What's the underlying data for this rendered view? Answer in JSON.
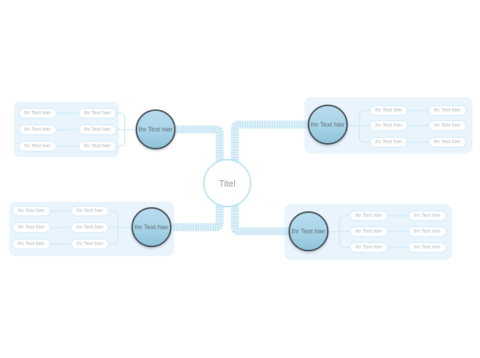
{
  "diagram": {
    "type": "mindmap",
    "center": {
      "label": "Titel"
    },
    "branches": [
      {
        "name": "top-left",
        "label": "Ihr Text hier",
        "nodes": [
          "Ihr Text hier",
          "Ihr Text hier",
          "Ihr Text hier",
          "Ihr Text hier",
          "Ihr Text hier",
          "Ihr Text hier"
        ]
      },
      {
        "name": "top-right",
        "label": "Ihr Text hier",
        "nodes": [
          "Ihr Text hier",
          "Ihr Text hier",
          "Ihr Text hier",
          "Ihr Text hier",
          "Ihr Text hier",
          "Ihr Text hier"
        ]
      },
      {
        "name": "bottom-left",
        "label": "Ihr Text hier",
        "nodes": [
          "Ihr Text hier",
          "Ihr Text hier",
          "Ihr Text hier",
          "Ihr Text hier",
          "Ihr Text hier",
          "Ihr Text hier"
        ]
      },
      {
        "name": "bottom-right",
        "label": "Ihr Text hier",
        "nodes": [
          "Ihr Text hier",
          "Ihr Text hier",
          "Ihr Text hier",
          "Ihr Text hier",
          "Ihr Text hier",
          "Ihr Text hier"
        ]
      }
    ],
    "colors": {
      "background": "#ffffff",
      "panel_fill": "#e9f4fc",
      "node_border": "#cde9f9",
      "node_text": "#a6b1b8",
      "thin_link": "#cfeaf9",
      "ribbon": "#b0dcf0",
      "branch_circle_top": "#b8dcee",
      "branch_circle_bottom": "#8fc3db",
      "branch_circle_border": "#3d4449",
      "branch_circle_text": "#5d686f",
      "center_circle_border": "#b5e1f4",
      "center_circle_text": "#8d9499"
    }
  }
}
